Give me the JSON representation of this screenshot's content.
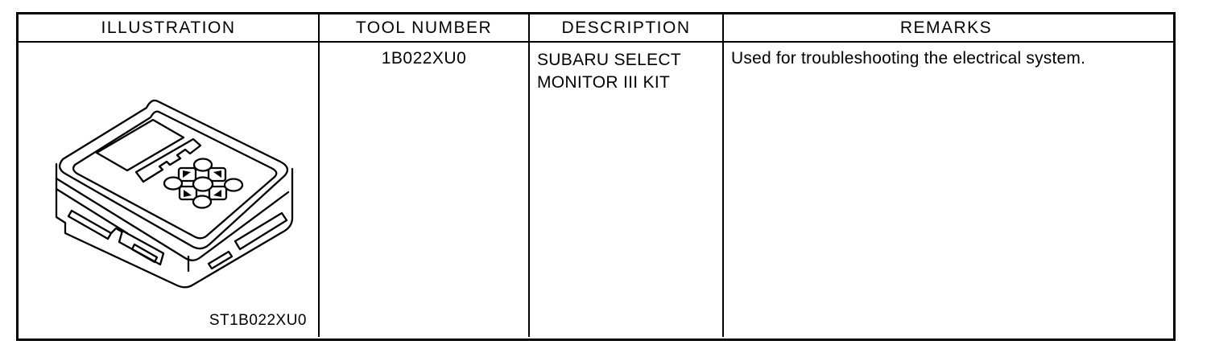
{
  "table": {
    "columns": [
      "ILLUSTRATION",
      "TOOL NUMBER",
      "DESCRIPTION",
      "REMARKS"
    ],
    "row": {
      "illustration_icon": "subaru-select-monitor-iii-line-drawing",
      "illustration_caption": "ST1B022XU0",
      "tool_number": "1B022XU0",
      "description_lines": [
        "SUBARU SELECT",
        "MONITOR III KIT"
      ],
      "remarks": "Used for troubleshooting the electrical system."
    }
  },
  "colors": {
    "border": "#000000",
    "background": "#ffffff",
    "text": "#000000"
  }
}
